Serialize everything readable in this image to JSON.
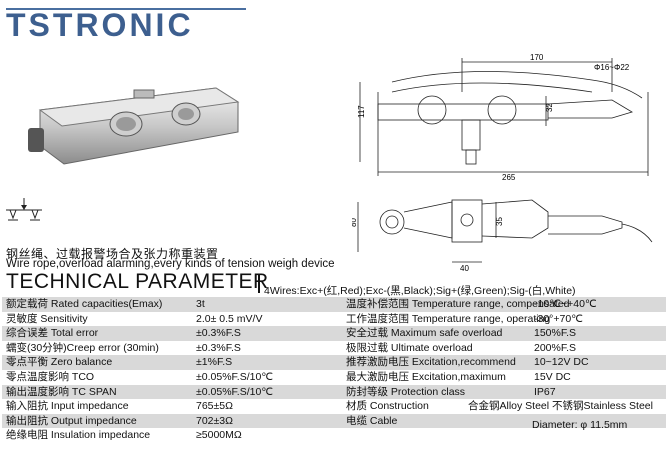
{
  "header": {
    "logo_text": "TSTRONIC"
  },
  "caption": {
    "cn": "钢丝绳、过载报警场合及张力称重装置",
    "en": "Wire  rope,overload alarming,every kinds of tension weigh device"
  },
  "section_title": "TECHNICAL PARAMETER",
  "wiring": "4Wires:Exc+(红,Red);Exc-(黑,Black);Sig+(绿,Green);Sig-(白,White)",
  "drawing": {
    "dims": {
      "d170": "170",
      "d117": "117",
      "d32": "32",
      "d265": "265",
      "d80": "80",
      "d35": "35",
      "d40": "40",
      "phi": "Φ16~Φ22"
    }
  },
  "params": {
    "left": [
      {
        "label": "额定载荷 Rated capacities(Emax)",
        "value": "3t"
      },
      {
        "label": "灵敏度 Sensitivity",
        "value": "2.0± 0.5 mV/V"
      },
      {
        "label": "综合误差 Total error",
        "value": "±0.3%F.S"
      },
      {
        "label": "蠕变(30分钟)Creep error (30min)",
        "value": "±0.3%F.S"
      },
      {
        "label": "零点平衡 Zero balance",
        "value": "±1%F.S"
      },
      {
        "label": "零点温度影响 TCO",
        "value": "±0.05%F.S/10℃"
      },
      {
        "label": "输出温度影响 TC SPAN",
        "value": "±0.05%F.S/10℃"
      },
      {
        "label": "输入阻抗 Input  impedance",
        "value": "765±5Ω"
      },
      {
        "label": "输出阻抗 Output  impedance",
        "value": "702±3Ω"
      },
      {
        "label": "绝缘电阻 Insulation impedance",
        "value": "≥5000MΩ"
      }
    ],
    "right": [
      {
        "label": "温度补偿范围 Temperature range, compensated",
        "value": "-10℃~+40℃"
      },
      {
        "label": "工作温度范围 Temperature range, operating",
        "value": "-30°+70℃"
      },
      {
        "label": "安全过载  Maximum safe overload",
        "value": "150%F.S"
      },
      {
        "label": "极限过载  Ultimate overload",
        "value": "200%F.S"
      },
      {
        "label": "推荐激励电压 Excitation,recommend",
        "value": "10~12V DC"
      },
      {
        "label": "最大激励电压 Excitation,maximum",
        "value": "15V DC"
      },
      {
        "label": "防封等级  Protection class",
        "value": "IP67"
      },
      {
        "label": "材质  Construction",
        "value": "合金钢Alloy Steel  不锈钢Stainless Steel"
      },
      {
        "label": "电缆  Cable",
        "value": "Diameter: φ 11.5mm"
      },
      {
        "label": "",
        "value": ""
      }
    ]
  }
}
